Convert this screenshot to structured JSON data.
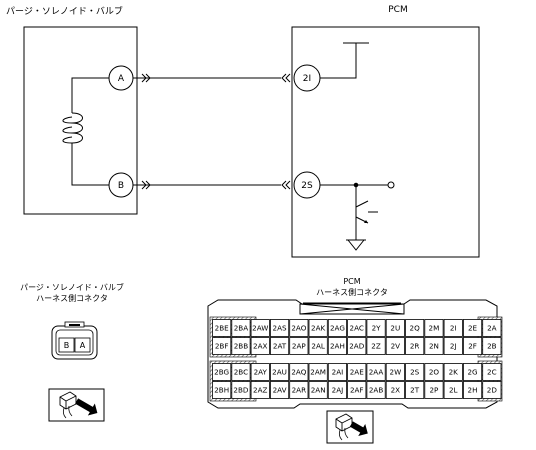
{
  "labels": {
    "solenoid_title": "パージ・ソレノイド・バルブ",
    "pcm_title": "PCM",
    "solenoid_connector_title_1": "パージ・ソレノイド・バルブ",
    "solenoid_connector_title_2": "ハーネス側コネクタ",
    "pcm_connector_title_1": "PCM",
    "pcm_connector_title_2": "ハーネス側コネクタ"
  },
  "terminals": {
    "solenoid_a": "A",
    "solenoid_b": "B",
    "pcm_2i": "2I",
    "pcm_2s": "2S"
  },
  "solenoid_connector_pins": [
    "B",
    "A"
  ],
  "pcm_connector": {
    "rows": [
      [
        "2BE",
        "2BA",
        "2AW",
        "2AS",
        "2AO",
        "2AK",
        "2AG",
        "2AC",
        "2Y",
        "2U",
        "2Q",
        "2M",
        "2I",
        "2E",
        "2A"
      ],
      [
        "2BF",
        "2BB",
        "2AX",
        "2AT",
        "2AP",
        "2AL",
        "2AH",
        "2AD",
        "2Z",
        "2V",
        "2R",
        "2N",
        "2J",
        "2F",
        "2B"
      ],
      [
        "2BG",
        "2BC",
        "2AY",
        "2AU",
        "2AQ",
        "2AM",
        "2AI",
        "2AE",
        "2AA",
        "2W",
        "2S",
        "2O",
        "2K",
        "2G",
        "2C"
      ],
      [
        "2BH",
        "2BD",
        "2AZ",
        "2AV",
        "2AR",
        "2AN",
        "2AJ",
        "2AF",
        "2AB",
        "2X",
        "2T",
        "2P",
        "2L",
        "2H",
        "2D"
      ]
    ]
  }
}
